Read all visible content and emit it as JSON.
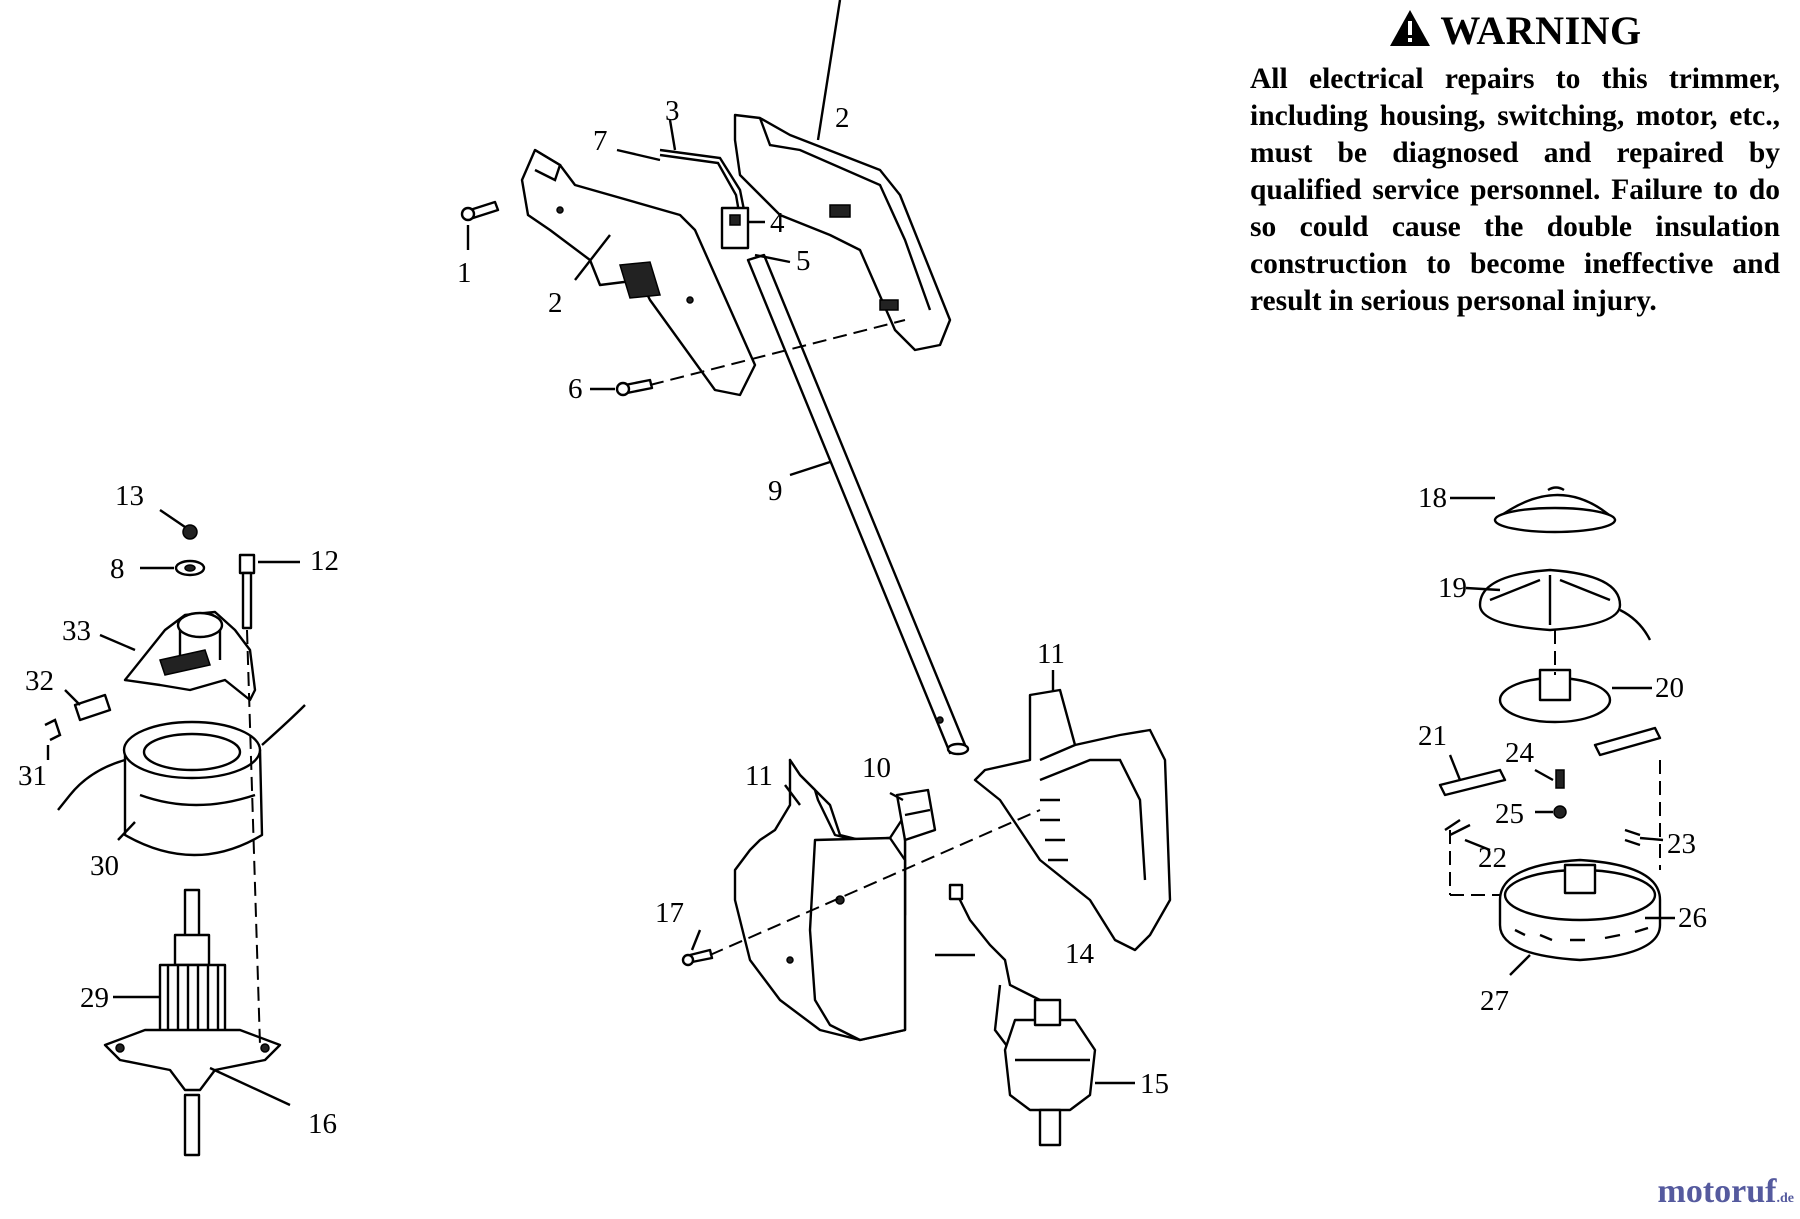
{
  "warning": {
    "title": "WARNING",
    "text": "All electrical repairs to this trimmer, including housing, switching, motor, etc., must be diagnosed and repaired by qualified service personnel. Failure to do so could cause the double insulation construction to become ineffective and result in serious personal injury."
  },
  "parts": [
    {
      "id": "p1",
      "label": "1"
    },
    {
      "id": "p2a",
      "label": "2"
    },
    {
      "id": "p2b",
      "label": "2"
    },
    {
      "id": "p3",
      "label": "3"
    },
    {
      "id": "p4",
      "label": "4"
    },
    {
      "id": "p5",
      "label": "5"
    },
    {
      "id": "p6",
      "label": "6"
    },
    {
      "id": "p7",
      "label": "7"
    },
    {
      "id": "p8",
      "label": "8"
    },
    {
      "id": "p9",
      "label": "9"
    },
    {
      "id": "p10",
      "label": "10"
    },
    {
      "id": "p11a",
      "label": "11"
    },
    {
      "id": "p11b",
      "label": "11"
    },
    {
      "id": "p12",
      "label": "12"
    },
    {
      "id": "p13",
      "label": "13"
    },
    {
      "id": "p14",
      "label": "14"
    },
    {
      "id": "p15",
      "label": "15"
    },
    {
      "id": "p16",
      "label": "16"
    },
    {
      "id": "p17",
      "label": "17"
    },
    {
      "id": "p18",
      "label": "18"
    },
    {
      "id": "p19",
      "label": "19"
    },
    {
      "id": "p20",
      "label": "20"
    },
    {
      "id": "p21",
      "label": "21"
    },
    {
      "id": "p22",
      "label": "22"
    },
    {
      "id": "p23",
      "label": "23"
    },
    {
      "id": "p24",
      "label": "24"
    },
    {
      "id": "p25",
      "label": "25"
    },
    {
      "id": "p26",
      "label": "26"
    },
    {
      "id": "p27",
      "label": "27"
    },
    {
      "id": "p29",
      "label": "29"
    },
    {
      "id": "p30",
      "label": "30"
    },
    {
      "id": "p31",
      "label": "31"
    },
    {
      "id": "p32",
      "label": "32"
    },
    {
      "id": "p33",
      "label": "33"
    }
  ],
  "watermark": {
    "name": "motoruf",
    "suffix": ".de"
  }
}
